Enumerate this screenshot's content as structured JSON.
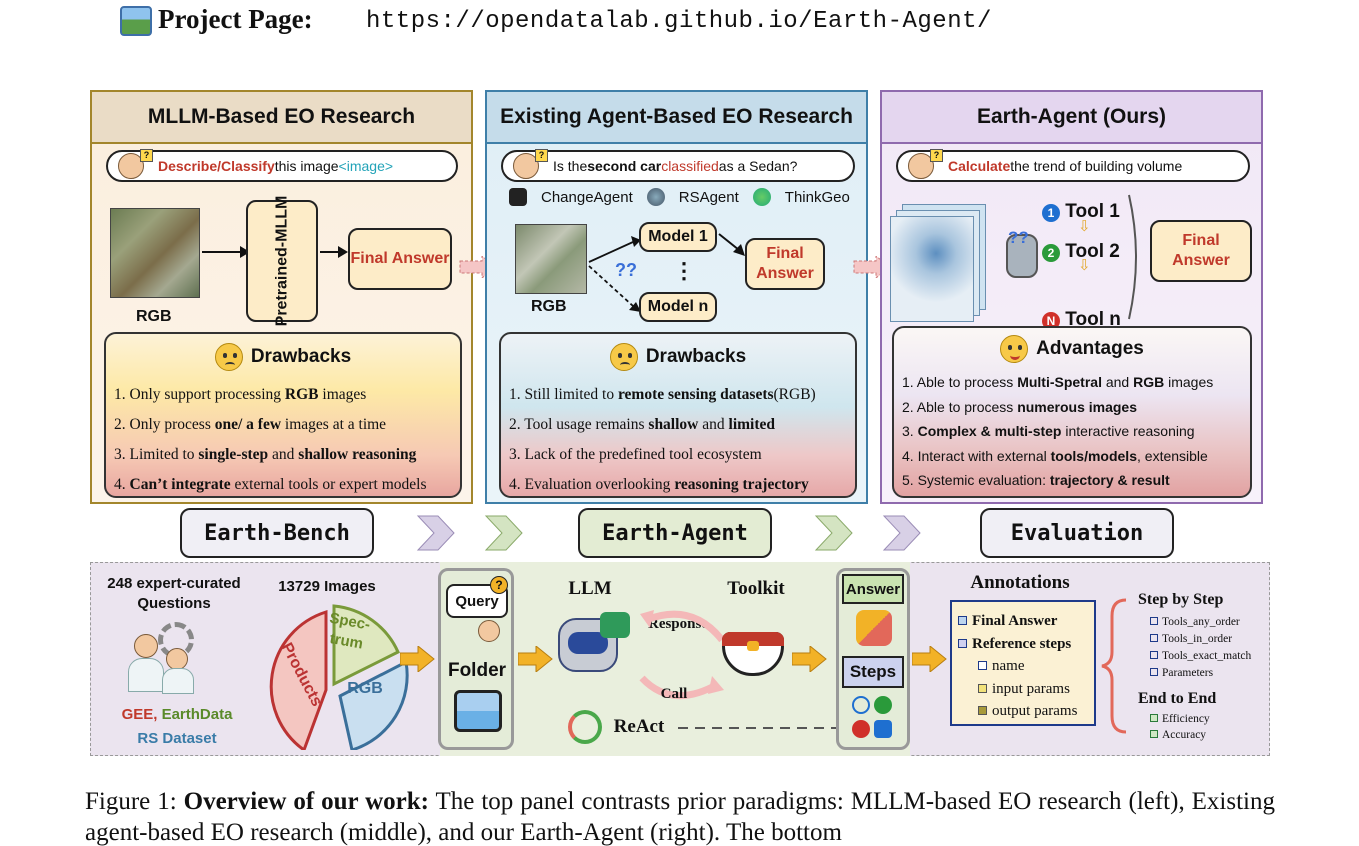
{
  "header": {
    "label": "Project Page:",
    "url": "https://opendatalab.github.io/Earth-Agent/"
  },
  "panel1": {
    "title": "MLLM-Based EO Research",
    "query_action": "Describe/Classify",
    "query_text": " this image",
    "query_tag": "<image>",
    "model_label": "Pretrained-MLLM",
    "final_answer": "Final Answer",
    "rgb_label": "RGB",
    "drawbacks_title": "Drawbacks",
    "drawbacks": [
      {
        "pre": "1. Only support processing ",
        "b": "RGB",
        "post": " images"
      },
      {
        "pre": "2. Only process ",
        "b": "one/ a few",
        "post": " images at a time"
      },
      {
        "pre": "3. Limited to ",
        "b": "single-step",
        "mid": " and ",
        "b2": "shallow reasoning",
        "post": ""
      },
      {
        "pre": "4. ",
        "b": "Can’t integrate",
        "post": " external tools or expert models"
      }
    ]
  },
  "panel2": {
    "title": "Existing Agent-Based EO Research",
    "query_pre": "Is the ",
    "query_bold": "second car",
    "query_red": " classified",
    "query_post": " as a Sedan?",
    "agents": [
      "ChangeAgent",
      "RSAgent",
      "ThinkGeo"
    ],
    "model1": "Model 1",
    "dots": "⋮",
    "modeln": "Model n",
    "final_answer": "Final Answer",
    "rgb_label": "RGB",
    "drawbacks_title": "Drawbacks",
    "drawbacks": [
      {
        "pre": "1. Still limited to ",
        "b": "remote sensing datasets",
        "post": "(RGB)"
      },
      {
        "pre": "2. Tool usage remains ",
        "b": "shallow",
        "mid": " and ",
        "b2": "limited",
        "post": ""
      },
      {
        "pre": "3. Lack of the predefined tool ecosystem",
        "b": "",
        "post": ""
      },
      {
        "pre": "4. Evaluation  overlooking  ",
        "b": "reasoning trajectory",
        "post": ""
      }
    ]
  },
  "panel3": {
    "title": "Earth-Agent (Ours)",
    "query_action": "Calculate",
    "query_text": " the trend of building volume",
    "tool1": "Tool 1",
    "tool2": "Tool 2",
    "tooln": "Tool n",
    "num1": "1",
    "num2": "2",
    "numn": "N",
    "final_answer": "Final Answer",
    "advantages_title": "Advantages",
    "advantages": [
      {
        "pre": "1. Able to process ",
        "b": "Multi-Spetral",
        "mid": " and ",
        "b2": "RGB",
        "post": " images"
      },
      {
        "pre": "2. Able to process ",
        "b": "numerous images",
        "post": ""
      },
      {
        "pre": "3. ",
        "b": "Complex & multi-step",
        "post": " interactive reasoning"
      },
      {
        "pre": "4. Interact with external ",
        "b": "tools/models",
        "post": ", extensible"
      },
      {
        "pre": "5. Systemic evaluation: ",
        "b": "trajectory & result",
        "post": ""
      }
    ]
  },
  "stages": [
    "Earth-Bench",
    "Earth-Agent",
    "Evaluation"
  ],
  "bottom": {
    "questions": "248 expert-curated Questions",
    "images": "13729 Images",
    "pie_labels": [
      "Spec-trum",
      "Products",
      "RGB"
    ],
    "sources": [
      "GEE, ",
      "EarthData",
      "RS Dataset"
    ],
    "query": "Query",
    "folder": "Folder",
    "llm": "LLM",
    "response": "Response",
    "call": "Call",
    "react": "ReAct",
    "toolkit": "Toolkit",
    "answer": "Answer",
    "steps": "Steps",
    "annotations_title": "Annotations",
    "annotations": [
      "Final Answer",
      "Reference steps",
      "name",
      "input params",
      "output params"
    ],
    "step_by_step": "Step by Step",
    "step_items": [
      "Tools_any_order",
      "Tools_in_order",
      "Tools_exact_match",
      "Parameters"
    ],
    "end_to_end": "End to End",
    "end_items": [
      "Efficiency",
      "Accuracy"
    ]
  },
  "caption": {
    "prefix": "Figure 1: ",
    "bold": "Overview of our work:",
    "text": " The top panel contrasts prior paradigms: MLLM-based EO research (left), Existing agent-based EO research (middle), and our Earth-Agent (right). The bottom"
  },
  "colors": {
    "accent_red": "#c0392b",
    "panel1_border": "#a3862c",
    "panel2_border": "#3f7fa8",
    "panel3_border": "#8f6aae"
  }
}
